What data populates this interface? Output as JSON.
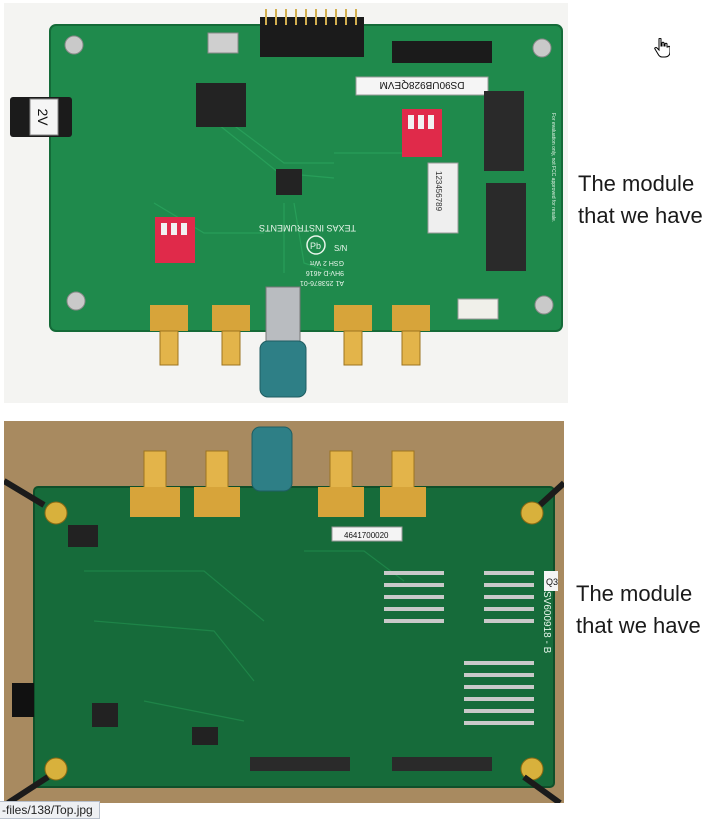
{
  "captions": {
    "top": "The module that we have",
    "bottom": "The module that we have"
  },
  "status_bar": {
    "url": "-files/138/Top.jpg"
  },
  "board_top": {
    "label_sticker": "DS90UB928QEVM",
    "dip_switch_numbers": "123456789",
    "brand": "TEXAS INSTRUMENTS",
    "pb_mark": "Pb",
    "sn_label": "S/N",
    "voltage_tag": "2V",
    "fcc_note": "For evaluation only, not FCC approved for resale.",
    "pn_lines": [
      "GSH 2 Wπ",
      "9HV-D 4616",
      "A1 253876-01"
    ]
  },
  "board_bottom": {
    "barcode_label": "4641700020",
    "side_label": "SV600918 - B",
    "part_code": "Q3"
  },
  "colors": {
    "pcb_green": "#1f8a4c",
    "pcb_dark": "#166b3a",
    "dip_red": "#e02a4a",
    "sma_gold": "#d7a43a",
    "fakra_teal": "#2e7f86"
  },
  "icons": {
    "cursor": "hand-pointer-icon"
  }
}
